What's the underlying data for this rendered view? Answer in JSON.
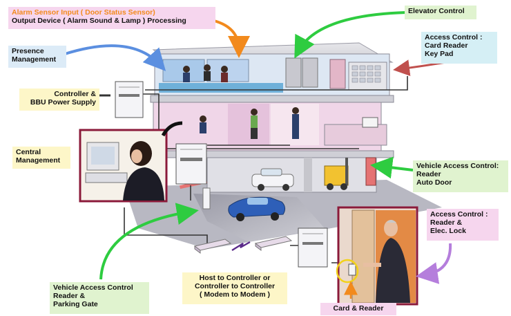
{
  "labels": {
    "alarm": {
      "line1": "Alarm Sensor Input ( Door Status Sensor)",
      "line2": "Output  Device  ( Alarm Sound & Lamp ) Processing"
    },
    "elevator": "Elevator Control",
    "presence": {
      "line1": "Presence",
      "line2": "Management"
    },
    "access_card": {
      "line1": "Access Control :",
      "line2": "Card Reader",
      "line3": "Key Pad"
    },
    "controller": {
      "line1": "Controller &",
      "line2": "BBU Power Supply"
    },
    "central": {
      "line1": "Central",
      "line2": "Management"
    },
    "vehicle_auto": {
      "line1": "Vehicle Access Control:",
      "line2": "Reader",
      "line3": "Auto Door"
    },
    "access_lock": {
      "line1": "Access Control :",
      "line2": "Reader &",
      "line3": "Elec. Lock"
    },
    "vehicle_gate": {
      "line1": "Vehicle Access Control",
      "line2": "Reader &",
      "line3": "Parking Gate"
    },
    "modem": {
      "line1": "Host to Controller or",
      "line2": "Controller to Controller",
      "line3": "( Modem to Modem )"
    },
    "card_reader": "Card  & Reader"
  },
  "colors": {
    "arrow_orange": "#f28a1d",
    "arrow_green": "#2ecc40",
    "arrow_blue": "#5b8fe0",
    "arrow_red": "#c0504d",
    "arrow_purple": "#b57edc",
    "frame_maroon": "#8b1a3a"
  }
}
